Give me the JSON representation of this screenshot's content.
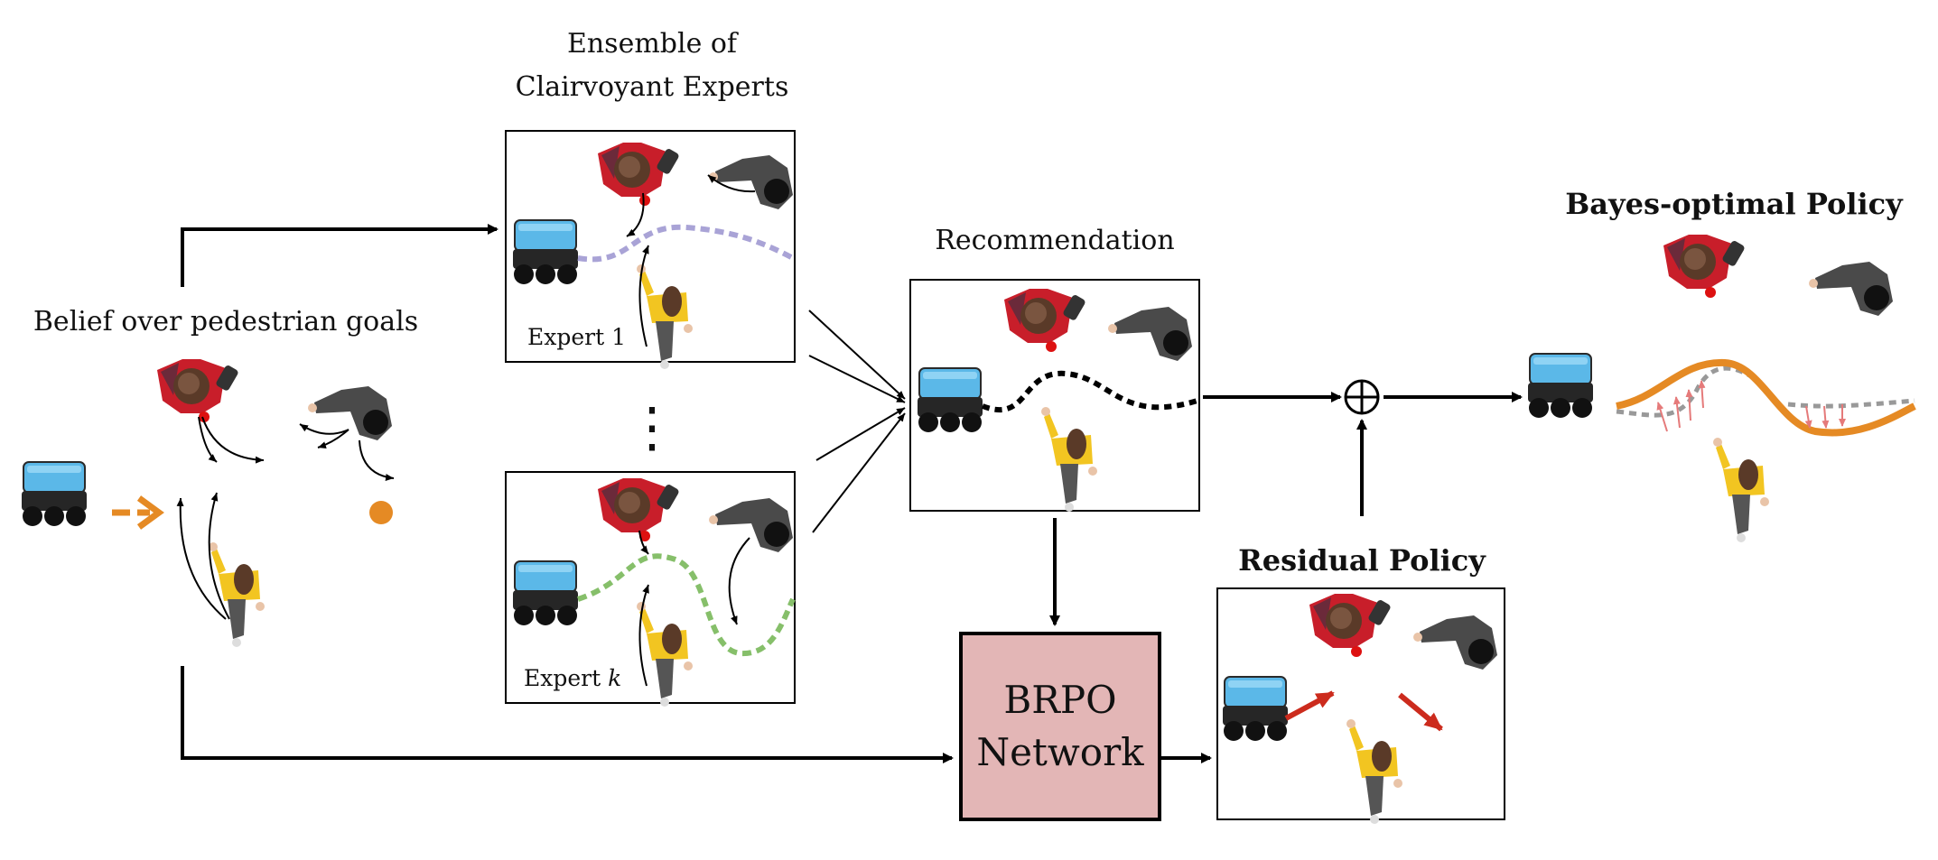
{
  "labels": {
    "ensemble_line1": "Ensemble of",
    "ensemble_line2": "Clairvoyant Experts",
    "belief": "Belief over pedestrian goals",
    "recommendation": "Recommendation",
    "bayes": "Bayes-optimal Policy",
    "residual": "Residual Policy",
    "brpo_line1": "BRPO",
    "brpo_line2": "Network",
    "expert1": "Expert 1",
    "expertk_prefix": "Expert ",
    "expertk_var": "k",
    "oplus": "⊕",
    "dots": "⋮"
  },
  "colors": {
    "robot_body": "#5bb8e8",
    "robot_base": "#222222",
    "orange": "#e58a24",
    "purple_path": "#a9a3d6",
    "green_path": "#86bf6a",
    "red_arrow": "#cc2b1d",
    "brpo_fill": "#e3b6b6",
    "yellow_shirt": "#f2c521",
    "gray_coat": "#4a4a4a",
    "red_coat": "#c81e2a"
  },
  "icons": [
    "robot-icon",
    "pedestrian-icon",
    "goal-dot-icon",
    "oplus-icon"
  ]
}
